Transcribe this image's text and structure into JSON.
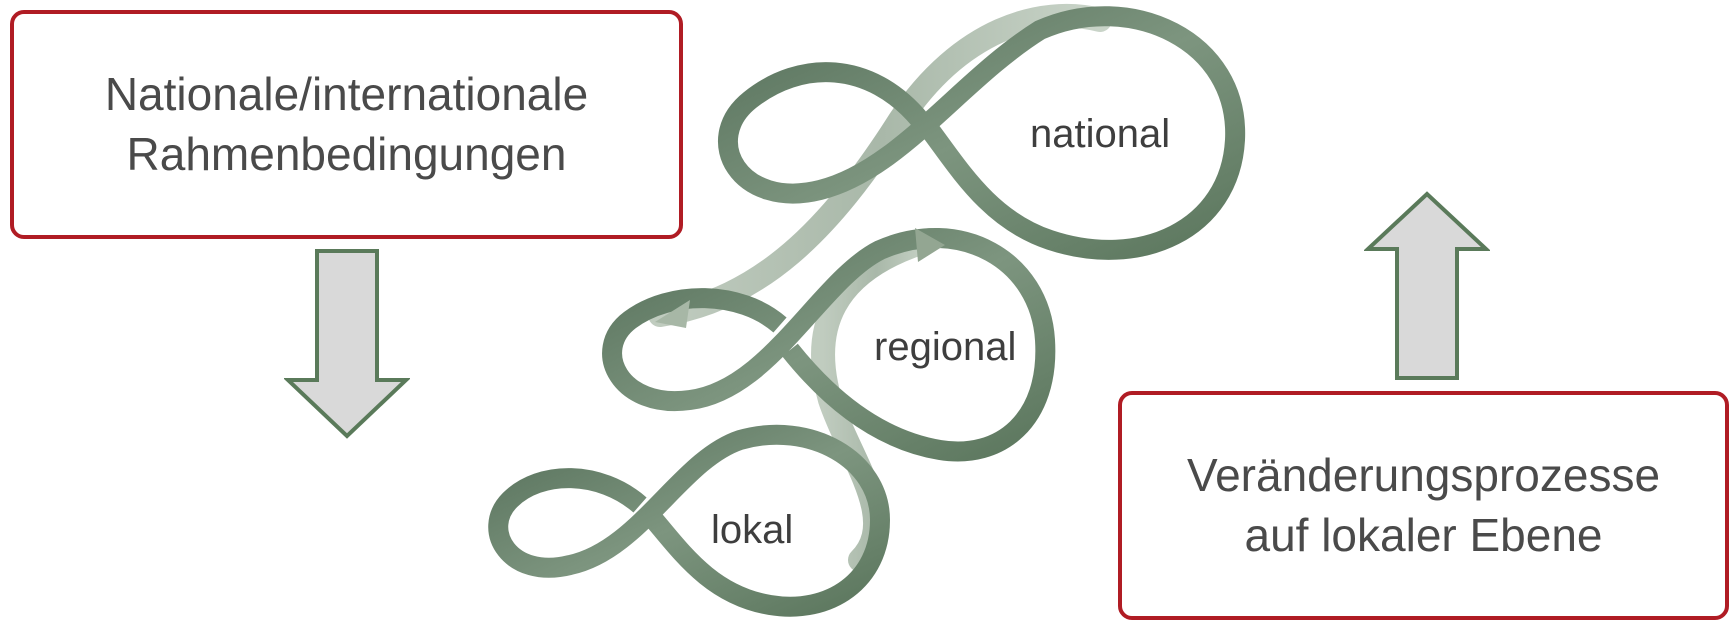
{
  "boxes": {
    "left": {
      "line1": "Nationale/internationale",
      "line2": "Rahmenbedingungen"
    },
    "right": {
      "line1": "Veränderungsprozesse",
      "line2": "auf lokaler Ebene"
    }
  },
  "levels": {
    "national": "national",
    "regional": "regional",
    "lokal": "lokal"
  },
  "colors": {
    "box_border": "#b01c24",
    "arrow_fill": "#d9d9d9",
    "arrow_stroke": "#5a7a5a",
    "ribbon_dark": "#5f7a5f",
    "ribbon_light": "#a6b5a6"
  },
  "icons": {
    "down": "arrow-down-icon",
    "up": "arrow-up-icon"
  }
}
